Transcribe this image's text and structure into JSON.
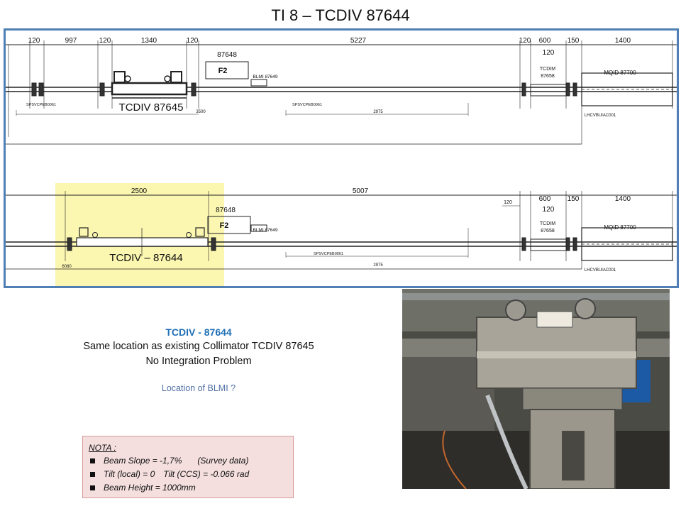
{
  "slide": {
    "title": "TI 8 – TCDIV 87644"
  },
  "drawing": {
    "top": {
      "dims": [
        "120",
        "997",
        "120",
        "1340",
        "120",
        "5227",
        "120",
        "600",
        "150",
        "1400",
        "120"
      ],
      "labels": [
        "87648",
        "F2",
        "BLMI 87649",
        "TCDIM",
        "87658",
        "MQID 87700",
        "TCDIV 87645",
        "SPSVCPEB0061",
        "SPSVCPEB0061",
        "3500",
        "2975",
        "LHCVBUIAC001"
      ]
    },
    "bottom": {
      "dims": [
        "2500",
        "5007",
        "120",
        "600",
        "150",
        "1400",
        "120"
      ],
      "labels": [
        "87648",
        "F2",
        "BLMI 87649",
        "TCDIM",
        "87658",
        "MQID 87700",
        "TCDIV  –  87644",
        "6080",
        "SPSVCPEB0061",
        "2975",
        "LHCVBUIAC001"
      ]
    }
  },
  "info": {
    "title": "TCDIV - 87644",
    "line1": "Same location as existing Collimator TCDIV 87645",
    "line2": "No Integration Problem",
    "question": "Location of BLMI ?"
  },
  "nota": {
    "title": "NOTA :",
    "items": [
      {
        "a": "Beam Slope = -1,7%",
        "b": "(Survey data)"
      },
      {
        "a": "Tilt (local) = 0",
        "b": "Tilt (CCS) = -0.066 rad"
      },
      {
        "a": "Beam Height = 1000mm",
        "b": ""
      }
    ]
  },
  "colors": {
    "frame": "#4f7fb5",
    "highlight": "#fbf6b0",
    "heading": "#1f6fb6",
    "nota_bg": "#f4dede"
  }
}
